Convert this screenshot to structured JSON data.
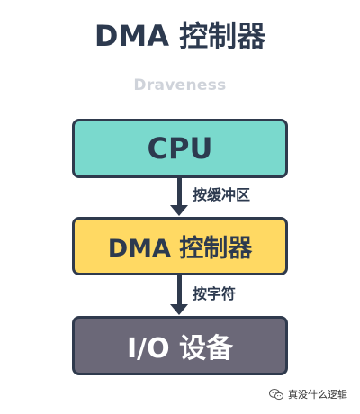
{
  "title": "DMA 控制器",
  "subtitle": "Draveness",
  "boxes": {
    "cpu": "CPU",
    "dma": "DMA 控制器",
    "io": "I/O 设备"
  },
  "arrows": {
    "cpu_to_dma": "按缓冲区",
    "dma_to_io": "按字符"
  },
  "watermark": "真没什么逻辑",
  "colors": {
    "cpu_box": "#7ad9cd",
    "dma_box": "#ffd963",
    "io_box": "#6b6878",
    "border": "#2f3a4d",
    "title_text": "#2d3a4f",
    "subtitle_text": "#cfd3da"
  },
  "icons": {
    "watermark_icon": "wechat-icon"
  }
}
